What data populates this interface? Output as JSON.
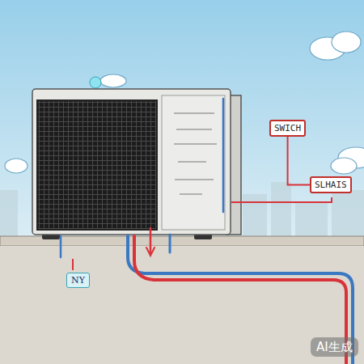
{
  "diagram": {
    "nodes": [
      {
        "text": [
          "SWICH"
        ]
      },
      {
        "text": [
          "SLHAIS"
        ]
      },
      {
        "text": [
          "NY"
        ]
      }
    ],
    "edges": [
      {
        "from": 0,
        "to": 1,
        "arrow": "none"
      }
    ],
    "labels": [
      "AI生成"
    ]
  }
}
